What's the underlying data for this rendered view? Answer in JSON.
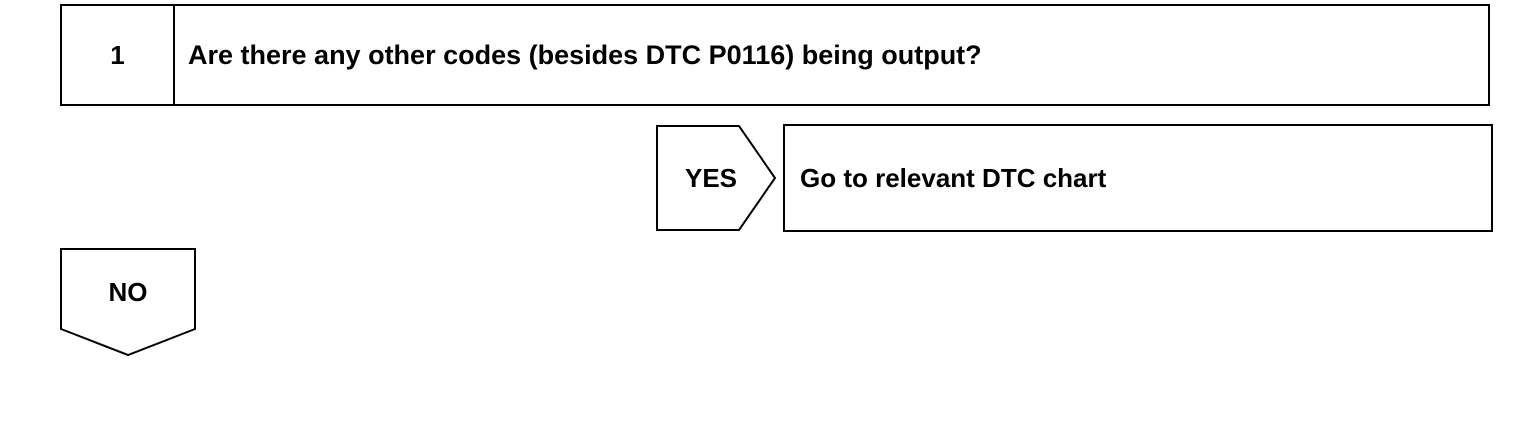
{
  "step": {
    "number": "1",
    "question": "Are there any other codes (besides DTC P0116) being output?"
  },
  "yes_branch": {
    "label": "YES",
    "result": "Go to relevant DTC chart"
  },
  "no_branch": {
    "label": "NO"
  }
}
